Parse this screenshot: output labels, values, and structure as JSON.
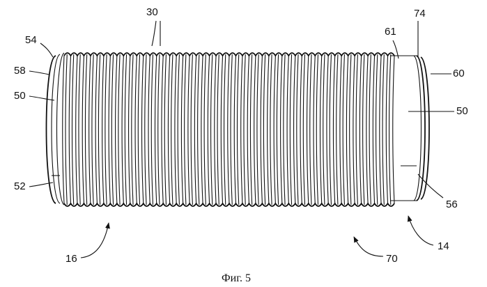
{
  "figure": {
    "caption": "Фиг. 5",
    "labels": {
      "l30": "30",
      "l54": "54",
      "l58": "58",
      "l50_left": "50",
      "l52": "52",
      "l16": "16",
      "l61": "61",
      "l74": "74",
      "l60": "60",
      "l50_right": "50",
      "l56": "56",
      "l70": "70",
      "l14": "14"
    }
  }
}
